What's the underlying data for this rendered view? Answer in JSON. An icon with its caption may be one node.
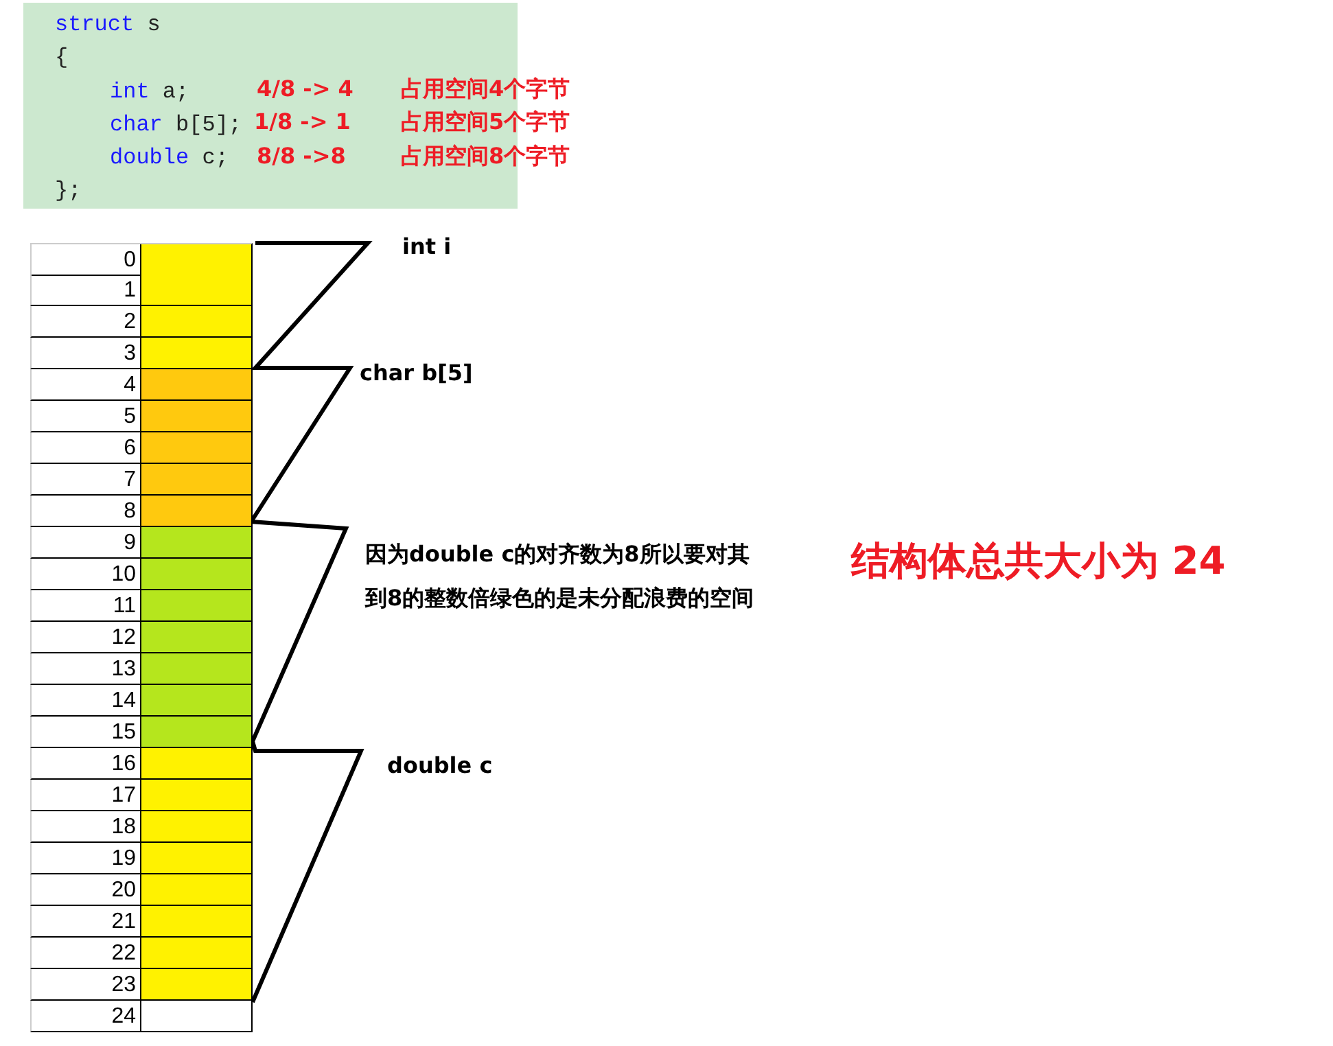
{
  "diagram": {
    "labels": [
      "struct s",
      "{",
      "int a;",
      "4/8 -> 4",
      "占用空间4个字节",
      "char b[5];",
      "1/8 -> 1",
      "占用空间5个字节",
      "double c;",
      "8/8 ->8",
      "占用空间8个字节",
      "};",
      "0",
      "1",
      "2",
      "3",
      "4",
      "5",
      "6",
      "7",
      "8",
      "9",
      "10",
      "11",
      "12",
      "13",
      "14",
      "15",
      "16",
      "17",
      "18",
      "19",
      "20",
      "21",
      "22",
      "23",
      "24",
      "int i",
      "char b[5]",
      "因为double c的对齐数为8所以要对其到8的整数倍绿色的是未分配浪费的空间",
      "double c",
      "结构体总共大小为 24"
    ]
  }
}
